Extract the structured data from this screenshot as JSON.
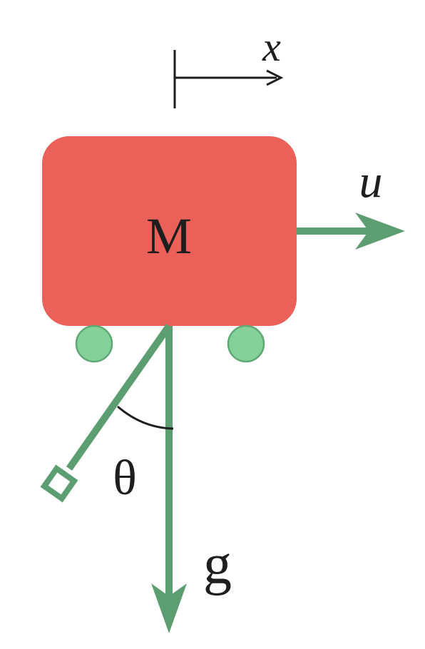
{
  "labels": {
    "x": "x",
    "mass": "M",
    "force": "u",
    "angle": "θ",
    "gravity": "g"
  },
  "colors": {
    "cart": "#eb6059",
    "wheel_fill": "#85d19b",
    "wheel_stroke": "#5fa874",
    "rod": "#5c9e72",
    "ink": "#1e1e1e"
  }
}
